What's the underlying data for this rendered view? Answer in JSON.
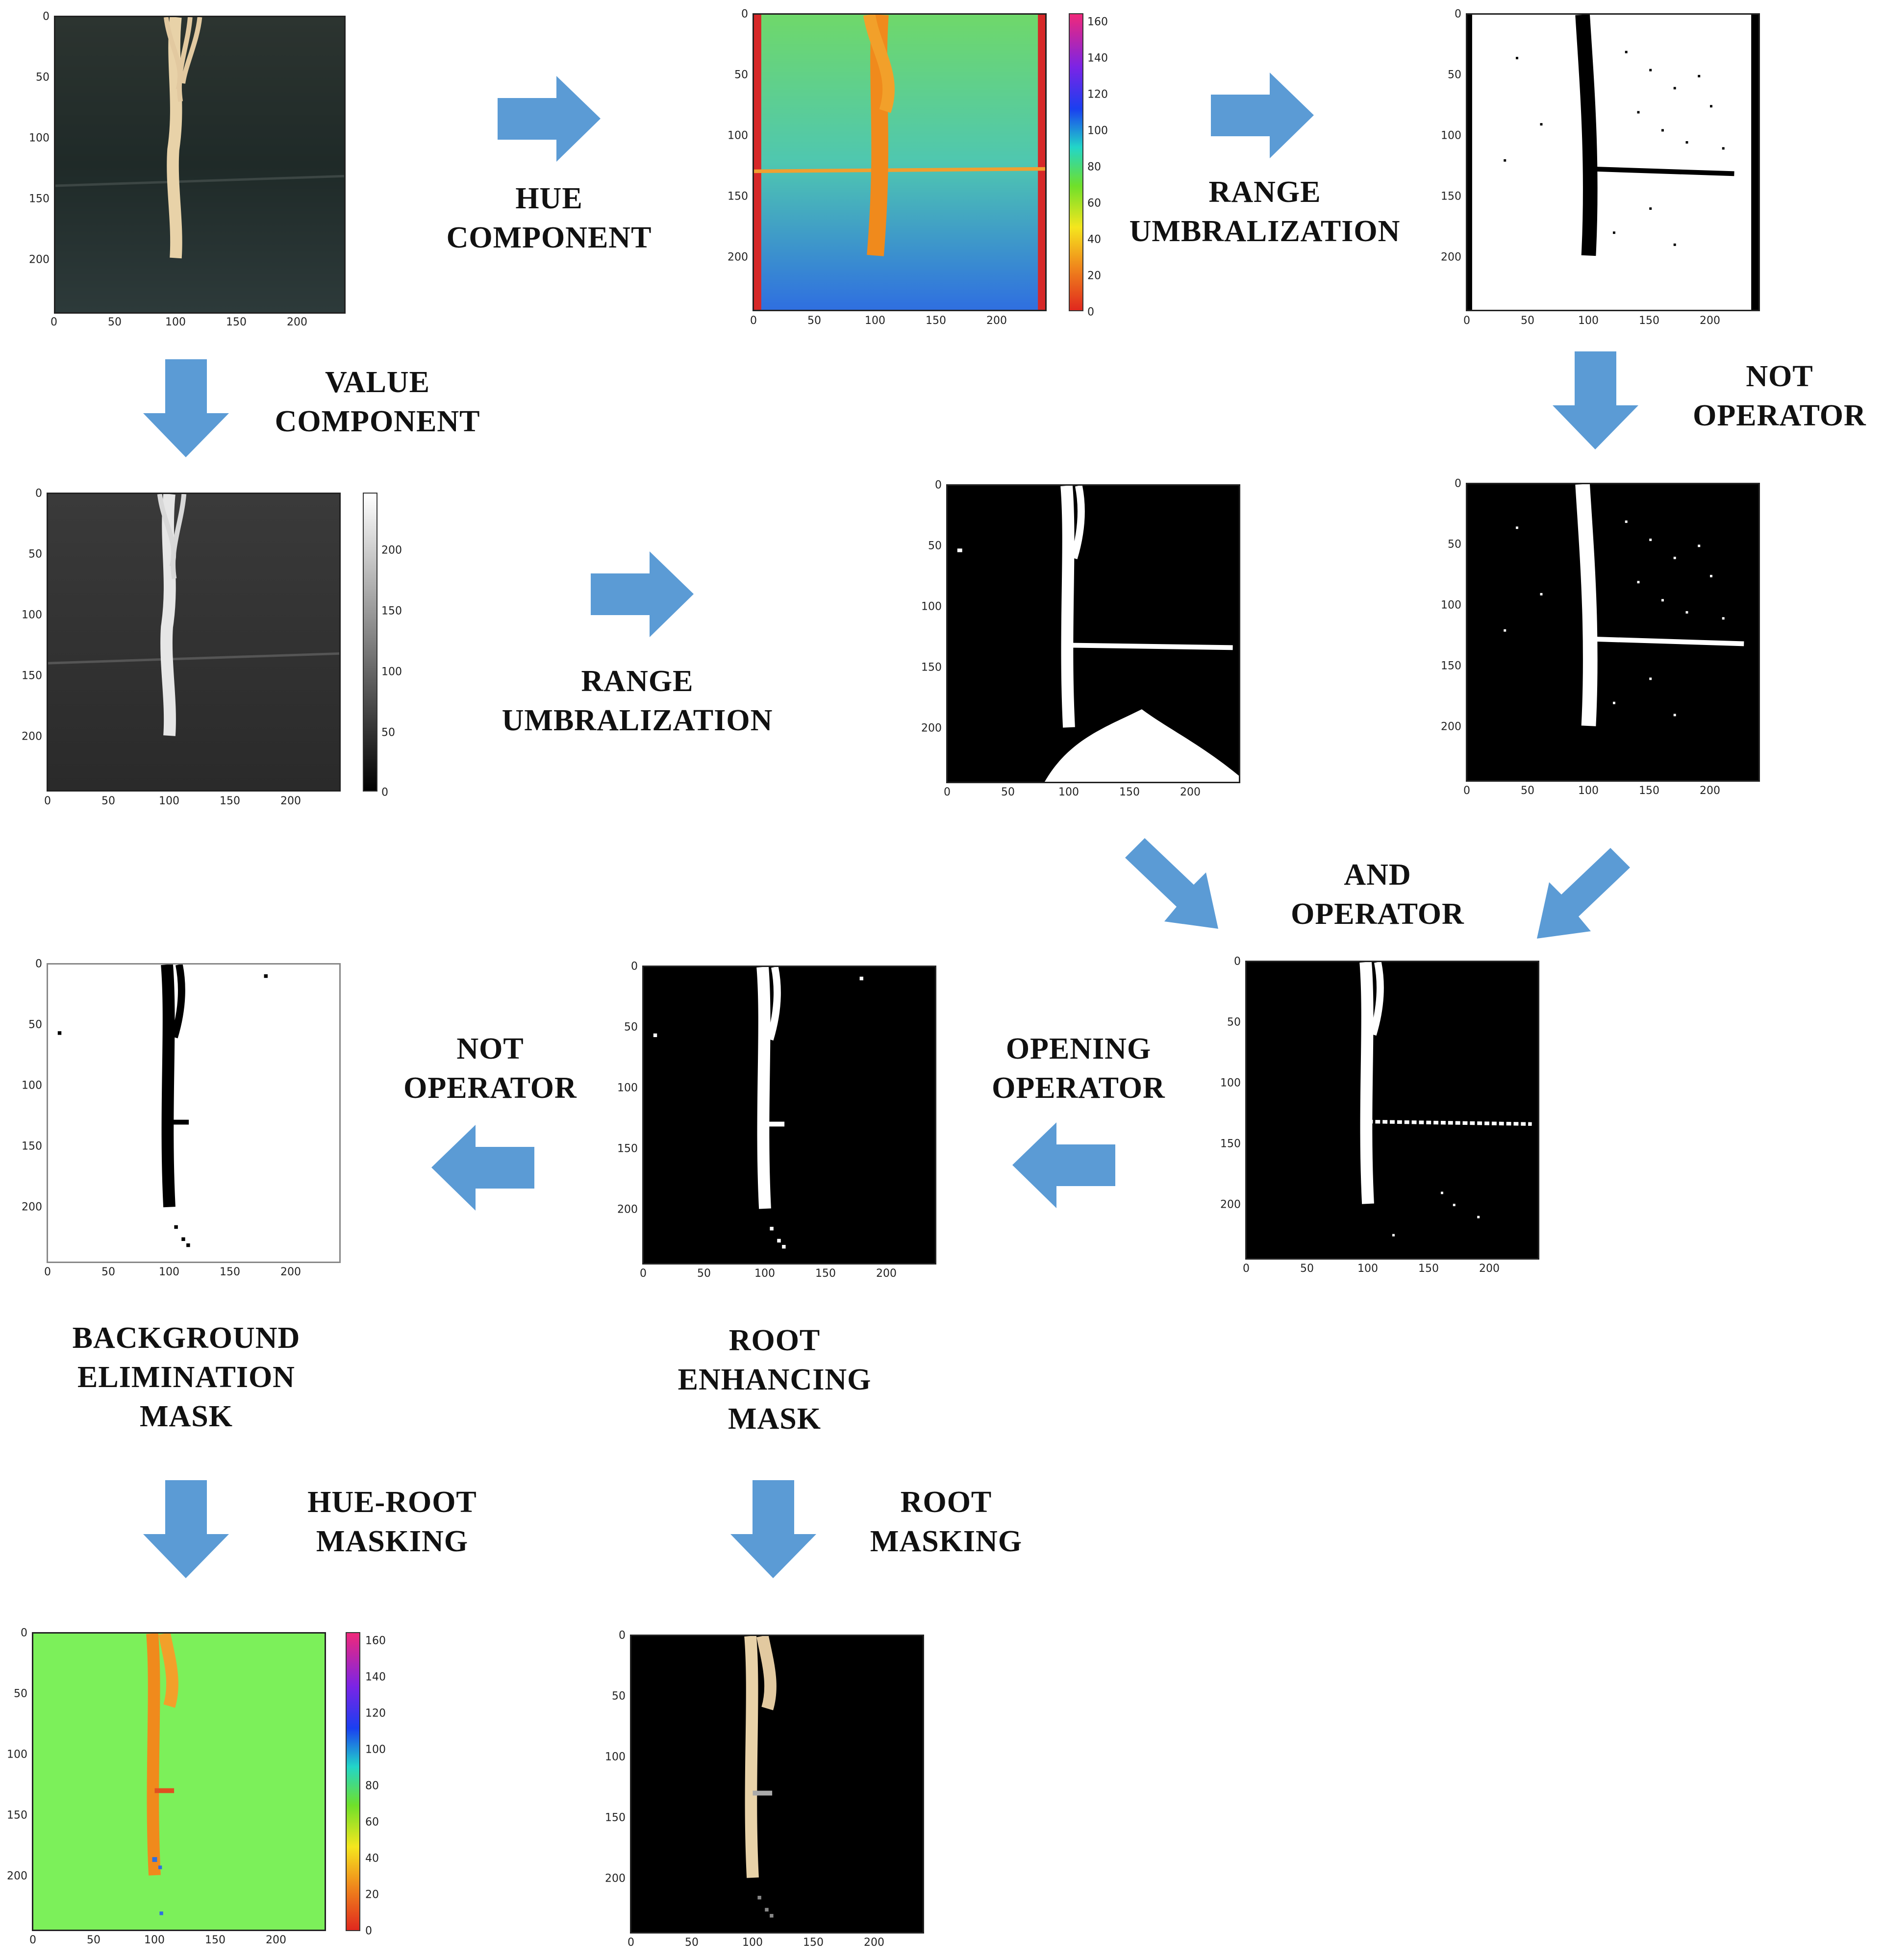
{
  "colors": {
    "arrow": "#5b9bd5",
    "label": "#111111",
    "jet_low": "#d62828",
    "jet_high": "#e8308a"
  },
  "axis_ticks": [
    "0",
    "50",
    "100",
    "150",
    "200"
  ],
  "hue_colorbar_ticks": [
    "160",
    "140",
    "120",
    "100",
    "80",
    "60",
    "40",
    "20",
    "0"
  ],
  "value_colorbar_ticks": [
    "200",
    "150",
    "100",
    "50",
    "0"
  ],
  "labels": {
    "hue_component": [
      "HUE",
      "COMPONENT"
    ],
    "range_umbralization_top": [
      "RANGE",
      "UMBRALIZATION"
    ],
    "value_component": [
      "VALUE",
      "COMPONENT"
    ],
    "not_operator_right": [
      "NOT",
      "OPERATOR"
    ],
    "range_umbralization_mid": [
      "RANGE",
      "UMBRALIZATION"
    ],
    "and_operator": [
      "AND",
      "OPERATOR"
    ],
    "opening_operator": [
      "OPENING",
      "OPERATOR"
    ],
    "not_operator_left": [
      "NOT",
      "OPERATOR"
    ],
    "background_elimination_mask": [
      "BACKGROUND",
      "ELIMINATION",
      "MASK"
    ],
    "root_enhancing_mask": [
      "ROOT",
      "ENHANCING",
      "MASK"
    ],
    "hue_root_masking": [
      "HUE-ROOT",
      "MASKING"
    ],
    "root_masking": [
      "ROOT",
      "MASKING"
    ]
  }
}
